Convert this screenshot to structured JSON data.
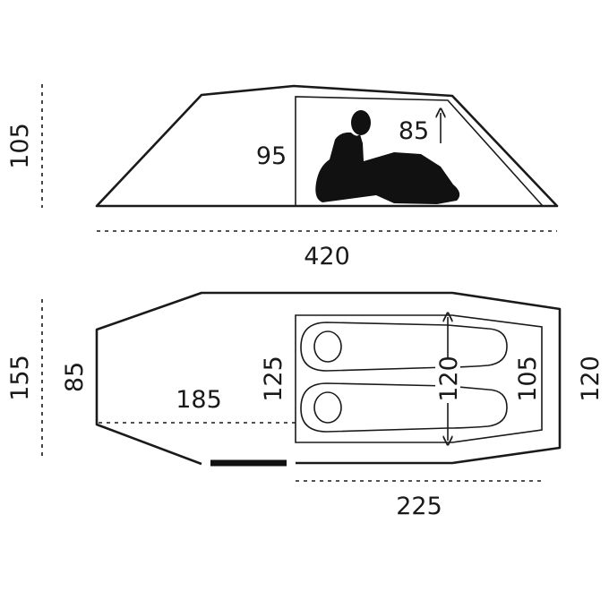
{
  "side_view": {
    "height_total": "105",
    "inner_height": "95",
    "sitting_height": "85",
    "length_total": "420"
  },
  "top_view": {
    "width_total": "155",
    "vestibule_width": "85",
    "vestibule_length": "185",
    "inner_front_width": "125",
    "bed_width": "120",
    "inner_rear_width": "105",
    "rear_width": "120",
    "inner_length": "225"
  },
  "colors": {
    "line": "#1a1a1a",
    "background": "#ffffff"
  }
}
